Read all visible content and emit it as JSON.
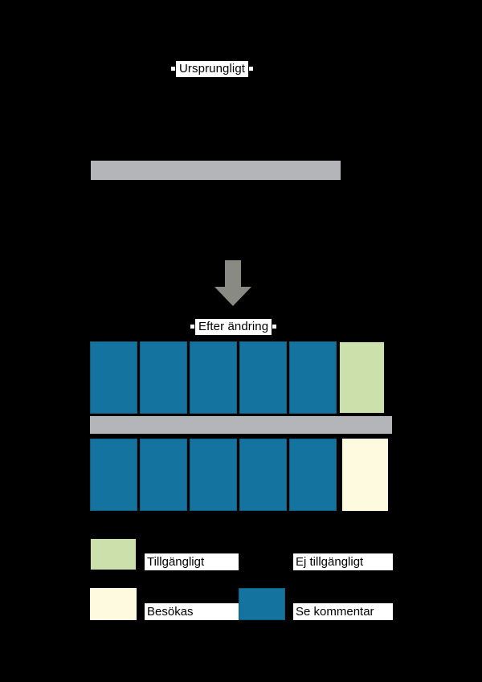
{
  "diagram": {
    "background_color": "#000000",
    "sections": [
      {
        "id": "original",
        "caption": "Ursprungligt"
      },
      {
        "id": "after",
        "caption": "Efter ändring"
      }
    ],
    "arrow": {
      "name": "down-arrow",
      "color": "#8a8a85"
    },
    "bars": [
      {
        "id": "top",
        "color": "#b4b5b8"
      },
      {
        "id": "middle",
        "color": "#b4b5b8"
      }
    ],
    "rows": [
      {
        "id": "row-top",
        "blocks": [
          {
            "state": "blue"
          },
          {
            "state": "blue"
          },
          {
            "state": "blue"
          },
          {
            "state": "blue"
          },
          {
            "state": "blue"
          },
          {
            "state": "green"
          }
        ]
      },
      {
        "id": "row-bottom",
        "blocks": [
          {
            "state": "blue"
          },
          {
            "state": "blue"
          },
          {
            "state": "blue"
          },
          {
            "state": "blue"
          },
          {
            "state": "blue"
          },
          {
            "state": "cream"
          }
        ]
      }
    ]
  },
  "legend": {
    "entries": [
      {
        "label": "Tillgängligt",
        "swatch": "green",
        "color": "#cbe0ab"
      },
      {
        "label": "Ej tillgängligt",
        "swatch": "black",
        "color": "#000000"
      },
      {
        "label": "Besökas",
        "swatch": "cream",
        "color": "#fdfadf"
      },
      {
        "label": "Se kommentar",
        "swatch": "blue",
        "color": "#14749f"
      }
    ]
  }
}
